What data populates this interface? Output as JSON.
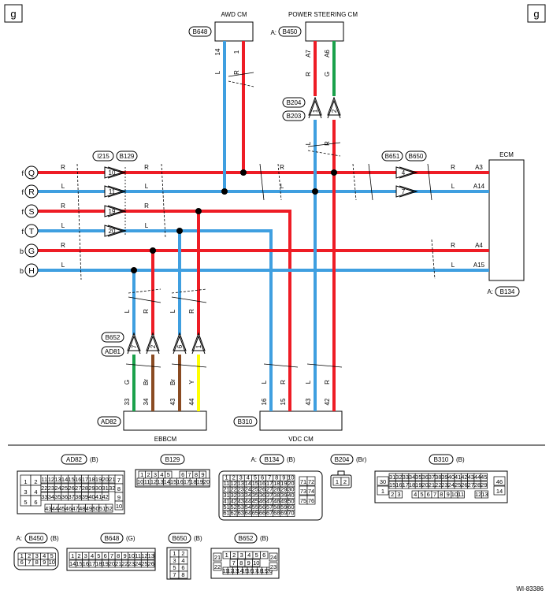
{
  "page": {
    "corner_left": "g",
    "corner_right": "g",
    "figure_id": "WI-83386"
  },
  "modules": {
    "awd": "AWD CM",
    "ps": "POWER STEERING CM",
    "ecm": "ECM",
    "ebbcm": "EBBCM",
    "vdc": "VDC CM"
  },
  "connector_refs": {
    "B648": "B648",
    "B450": "B450",
    "B450_prefix": "A:",
    "B204": "B204",
    "B203": "B203",
    "I215": "I215",
    "B129": "B129",
    "B651": "B651",
    "B650": "B650",
    "B134": "B134",
    "B134_prefix": "A:",
    "B652": "B652",
    "AD81": "AD81",
    "AD82": "AD82",
    "B310": "B310"
  },
  "bus_lines": [
    {
      "prefix": "f",
      "letter": "Q",
      "color": "R",
      "pin": "A3"
    },
    {
      "prefix": "f",
      "letter": "R",
      "color": "L",
      "pin": "A14"
    },
    {
      "prefix": "f",
      "letter": "S",
      "color": "R"
    },
    {
      "prefix": "f",
      "letter": "T",
      "color": "L"
    },
    {
      "prefix": "b",
      "letter": "G",
      "color": "R",
      "pin": "A4"
    },
    {
      "prefix": "b",
      "letter": "H",
      "color": "L",
      "pin": "A15"
    }
  ],
  "b129_pins": [
    "10",
    "11",
    "19",
    "20"
  ],
  "b650_pins": [
    "4",
    "7"
  ],
  "awd_wires": [
    {
      "pin": "14",
      "color": "L"
    },
    {
      "pin": "1",
      "color": "R"
    }
  ],
  "ps_wires": [
    {
      "pin": "A7",
      "color": "R"
    },
    {
      "pin": "A6",
      "color": "G"
    }
  ],
  "b203_pins": [
    "1",
    "2"
  ],
  "b652_pins": [
    "7",
    "2",
    "6",
    "1"
  ],
  "ebbcm_upper_colors": [
    "L",
    "R",
    "L",
    "R"
  ],
  "ebbcm_wires": [
    {
      "pin": "33",
      "color": "G"
    },
    {
      "pin": "34",
      "color": "Br"
    },
    {
      "pin": "43",
      "color": "Br"
    },
    {
      "pin": "44",
      "color": "Y"
    }
  ],
  "vdc_wires": [
    {
      "pin": "16",
      "color": "L"
    },
    {
      "pin": "15",
      "color": "R"
    },
    {
      "pin": "43",
      "color": "L"
    },
    {
      "pin": "42",
      "color": "R"
    }
  ],
  "connector_views": {
    "AD82": {
      "title": "AD82",
      "type": "(B)",
      "left": [
        "1",
        "2",
        "3",
        "4",
        "5",
        "6"
      ],
      "right": [
        "7",
        "8",
        "9",
        "10"
      ],
      "row1": [
        "11",
        "12",
        "13",
        "14",
        "15",
        "16",
        "17",
        "18",
        "19",
        "20",
        "21"
      ],
      "row2": [
        "22",
        "23",
        "24",
        "25",
        "26",
        "27",
        "28",
        "29",
        "30",
        "31",
        "32"
      ],
      "row3": [
        "33",
        "34",
        "35",
        "36",
        "37",
        "38",
        "39",
        "40",
        "41",
        "42"
      ],
      "row4": [
        "43",
        "44",
        "45",
        "46",
        "47",
        "48",
        "49",
        "50",
        "51",
        "52"
      ]
    },
    "B129": {
      "title": "B129",
      "type": "",
      "row1": [
        "1",
        "2",
        "3",
        "4",
        "5",
        "6",
        "7",
        "8",
        "9"
      ],
      "row2": [
        "10",
        "11",
        "12",
        "13",
        "14",
        "15",
        "16",
        "17",
        "18",
        "19",
        "20"
      ]
    },
    "B134": {
      "prefix": "A:",
      "title": "B134",
      "type": "(B)",
      "rows": [
        [
          "1",
          "2",
          "3",
          "4",
          "5",
          "6",
          "7",
          "8",
          "9",
          "10"
        ],
        [
          "11",
          "12",
          "13",
          "14",
          "15",
          "16",
          "17",
          "18",
          "19",
          "20"
        ],
        [
          "21",
          "22",
          "23",
          "24",
          "25",
          "26",
          "27",
          "28",
          "29",
          "30"
        ],
        [
          "31",
          "32",
          "33",
          "34",
          "35",
          "36",
          "37",
          "38",
          "39",
          "40"
        ],
        [
          "41",
          "42",
          "43",
          "44",
          "45",
          "46",
          "47",
          "48",
          "49",
          "50"
        ],
        [
          "51",
          "52",
          "53",
          "54",
          "55",
          "56",
          "57",
          "58",
          "59",
          "60"
        ],
        [
          "61",
          "62",
          "63",
          "64",
          "65",
          "66",
          "67",
          "68",
          "69",
          "70"
        ]
      ],
      "right": [
        "71",
        "72",
        "73",
        "74",
        "75",
        "76"
      ]
    },
    "B204": {
      "title": "B204",
      "type": "(Br)",
      "pins": [
        "1",
        "2"
      ]
    },
    "B310": {
      "title": "B310",
      "type": "(B)",
      "left": [
        "30",
        "1"
      ],
      "right": [
        "46",
        "14"
      ],
      "row1": [
        "31",
        "32",
        "33",
        "34",
        "35",
        "36",
        "37",
        "38",
        "39",
        "40",
        "41",
        "42",
        "43",
        "44",
        "45"
      ],
      "row2": [
        "15",
        "16",
        "17",
        "18",
        "19",
        "20",
        "21",
        "22",
        "23",
        "24",
        "25",
        "26",
        "27",
        "28",
        "29"
      ],
      "row3a": [
        "2",
        "3"
      ],
      "row3b": [
        "4",
        "5",
        "6",
        "7",
        "8",
        "9",
        "10",
        "11"
      ],
      "row3c": [
        "12",
        "13"
      ]
    },
    "B450": {
      "prefix": "A:",
      "title": "B450",
      "type": "(B)",
      "row1": [
        "1",
        "2",
        "3",
        "4",
        "5"
      ],
      "row2": [
        "6",
        "7",
        "8",
        "9",
        "10"
      ]
    },
    "B648": {
      "title": "B648",
      "type": "(G)",
      "row1": [
        "1",
        "2",
        "3",
        "4",
        "5",
        "6",
        "7",
        "8",
        "9",
        "10",
        "11",
        "12",
        "13"
      ],
      "row2": [
        "14",
        "15",
        "16",
        "17",
        "18",
        "19",
        "20",
        "21",
        "22",
        "23",
        "24",
        "25",
        "26"
      ]
    },
    "B650": {
      "title": "B650",
      "type": "(B)",
      "pins": [
        "1",
        "2",
        "3",
        "4",
        "5",
        "6",
        "7",
        "8"
      ]
    },
    "B652": {
      "title": "B652",
      "type": "(B)",
      "row1": [
        "1",
        "2",
        "3",
        "4",
        "5",
        "6"
      ],
      "row2": [
        "7",
        "8",
        "9",
        "10"
      ],
      "row3": [
        "11",
        "12",
        "13",
        "14",
        "15",
        "16",
        "17",
        "18",
        "19",
        "20"
      ],
      "left": [
        "21",
        "22"
      ],
      "right": [
        "24",
        "23"
      ]
    }
  },
  "colors": {
    "red": "#ee1c25",
    "blue": "#3f9fe0",
    "green": "#1aa14b",
    "brown": "#8a4b22",
    "yellow": "#ffff00",
    "black": "#000000"
  }
}
